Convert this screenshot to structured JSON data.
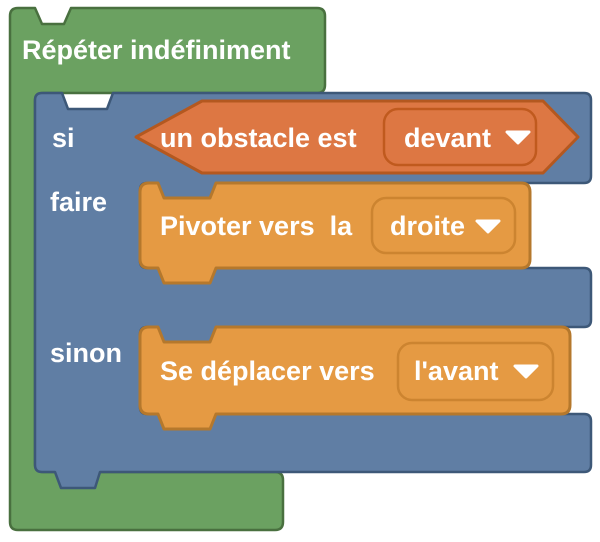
{
  "palette": {
    "repeat_green": "#6BA161",
    "if_blue": "#607EA4",
    "statement_orange": "#E59A43",
    "condition_orange": "#DD7743",
    "label_white": "#FFFFFF"
  },
  "repeat_block": {
    "label": "Répéter indéfiniment"
  },
  "if_block": {
    "if_label": "si",
    "do_label": "faire",
    "else_label": "sinon"
  },
  "condition_block": {
    "label": "un obstacle est",
    "dropdown_value": "devant"
  },
  "do_block": {
    "label": "Pivoter vers  la",
    "dropdown_value": "droite"
  },
  "else_block": {
    "label": "Se déplacer vers",
    "dropdown_value": "l'avant"
  }
}
